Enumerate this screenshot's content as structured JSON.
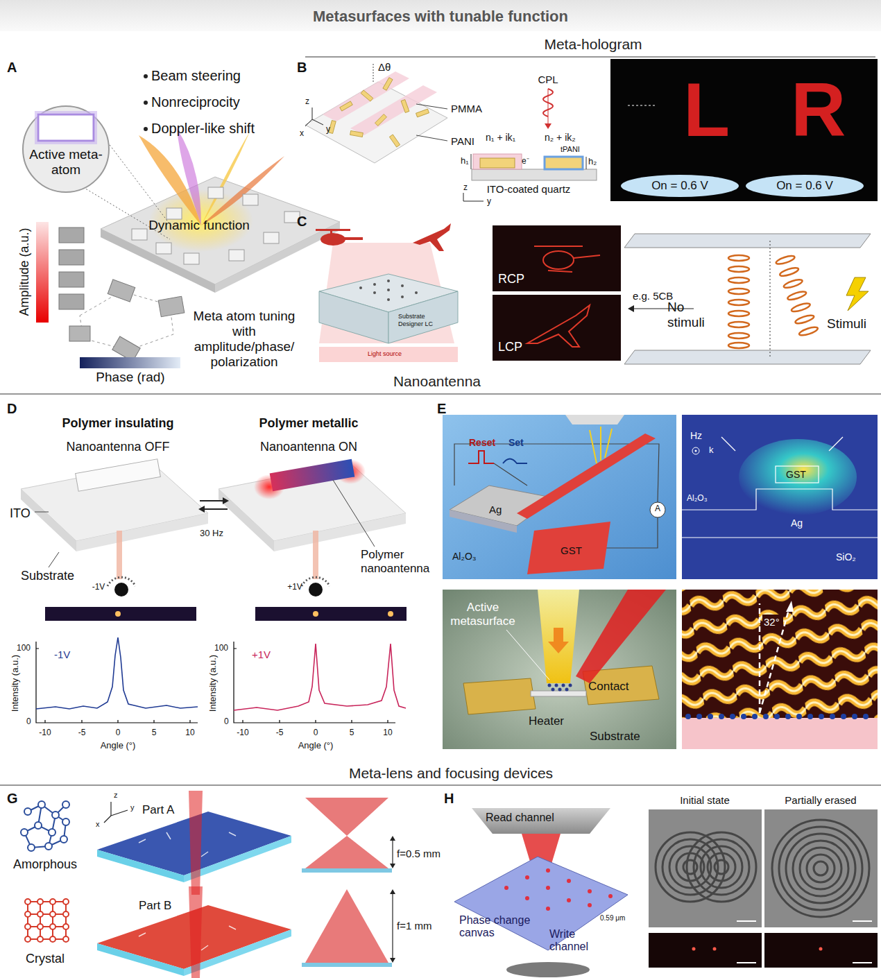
{
  "diagram": {
    "title": "Metasurfaces with tunable function",
    "nodes": [
      {
        "text": [
          "On = 0.6 V"
        ]
      },
      {
        "text": [
          "On = 0.6 V"
        ]
      }
    ],
    "labels": [
      "A",
      "Beam steering",
      "Nonreciprocity",
      "Doppler-like shift",
      "Active meta-atom",
      "Dynamic function",
      "Amplitude (a.u.)",
      "Meta atom tuning with amplitude/phase/ polarization",
      "Phase (rad)",
      "Meta-hologram",
      "B",
      "Δθ",
      "PMMA",
      "PANI",
      "z",
      "x",
      "y",
      "CPL",
      "n₁ + ik₁",
      "n₂ + ik₂",
      "h₁",
      "e⁻",
      "tPANI",
      "h₂",
      "ITO-coated quartz",
      "z",
      "y",
      "L",
      "R",
      "C",
      "RCP",
      "LCP",
      "Substrate",
      "Designer LC",
      "Light source",
      "e.g. 5CB",
      "No stimuli",
      "Stimuli",
      "Nanoantenna",
      "D",
      "Polymer insulating",
      "Polymer metallic",
      "Nanoantenna OFF",
      "Nanoantenna ON",
      "ITO",
      "30 Hz",
      "Substrate",
      "Polymer nanoantenna",
      "-1V",
      "+1V",
      "Intensity (a.u.)",
      "100",
      "0",
      "-10",
      "-5",
      "0",
      "5",
      "10",
      "Angle (°)",
      "-1V",
      "Intensity (a.u.)",
      "100",
      "0",
      "-10",
      "-5",
      "0",
      "5",
      "10",
      "Angle (°)",
      "+1V",
      "E",
      "Reset",
      "Set",
      "Ag",
      "Al₂O₃",
      "GST",
      "A",
      "Hz",
      "k",
      "GST",
      "Al₂O₃",
      "Ag",
      "SiO₂",
      "Active metasurface",
      "Contact",
      "Heater",
      "Substrate",
      "32°",
      "Meta-lens and focusing devices",
      "G",
      "Amorphous",
      "Crystal",
      "Part A",
      "Part B",
      "z",
      "y",
      "x",
      "f=0.5 mm",
      "f=1 mm",
      "H",
      "Read channel",
      "Phase change canvas",
      "Write channel",
      "0.59 μm",
      "Initial state",
      "Partially erased"
    ]
  }
}
